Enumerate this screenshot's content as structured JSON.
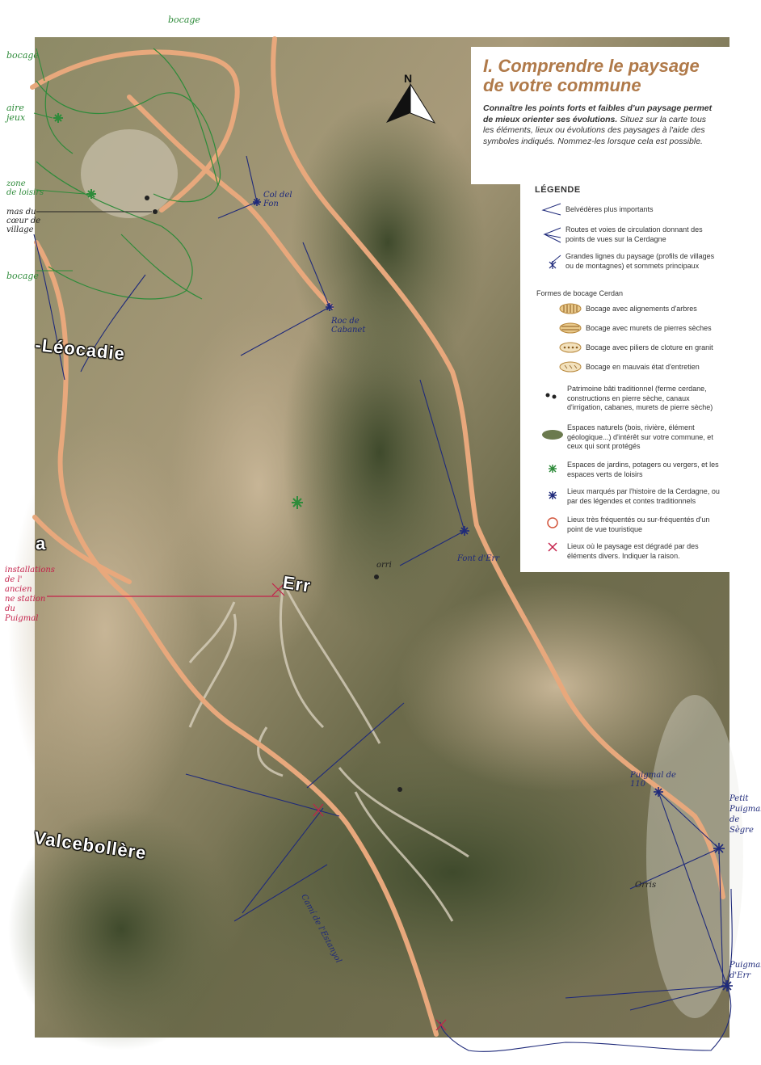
{
  "title_line1": "I. Comprendre le paysage",
  "title_line2": "de votre commune",
  "intro_bold": "Connaître les points forts et faibles d'un paysage permet de mieux orienter ses évolutions.",
  "intro_rest": "Situez sur la carte tous les éléments, lieux ou évolutions des paysages à l'aide des symboles indiqués. Nommez-les lorsque cela est possible.",
  "north_label": "N",
  "legend": {
    "title": "LÉGENDE",
    "items": [
      {
        "symbol": "belvedere-line",
        "text": "Belvédères plus importants"
      },
      {
        "symbol": "road-lines",
        "text": "Routes et voies de circulation donnant des points de vues sur la Cerdagne"
      },
      {
        "symbol": "landscape-line-star",
        "text": "Grandes lignes du paysage (profils de villages ou de montagnes) et sommets principaux"
      }
    ],
    "bocage_heading": "Formes de bocage Cerdan",
    "bocage_items": [
      {
        "symbol": "tree-alignment",
        "text": "Bocage avec alignements d'arbres"
      },
      {
        "symbol": "dry-stone-wall",
        "text": "Bocage avec murets de pierres sèches"
      },
      {
        "symbol": "granite-pillars",
        "text": "Bocage avec piliers de cloture en granit"
      },
      {
        "symbol": "poor-state",
        "text": "Bocage en mauvais état d'entretien"
      }
    ],
    "other_items": [
      {
        "symbol": "dots",
        "text": "Patrimoine bâti traditionnel (ferme cerdane, constructions en pierre sèche, canaux d'irrigation, cabanes, murets de pierre sèche)"
      },
      {
        "symbol": "green-ellipse",
        "text": "Espaces naturels (bois, rivière, élément géologique...) d'intérêt sur votre commune, et ceux qui sont protégés"
      },
      {
        "symbol": "green-star",
        "text": "Espaces de jardins, potagers ou vergers, et les espaces verts de loisirs"
      },
      {
        "symbol": "dark-star",
        "text": "Lieux marqués par l'histoire de la Cerdagne, ou par des légendes et contes traditionnels"
      },
      {
        "symbol": "red-circle",
        "text": "Lieux très fréquentés ou sur-fréquentés d'un point de vue touristique"
      },
      {
        "symbol": "red-cross",
        "text": "Lieux où le paysage est dégradé par des éléments divers. Indiquer la raison."
      }
    ]
  },
  "places": {
    "leocadie": "-Léocadie",
    "err": "Err",
    "valcebollere": "Valcebollère",
    "a": "a"
  },
  "annotations": {
    "bocage_top": "bocage",
    "bocage_left": "bocage",
    "aire_jeux": "aire\njeux",
    "zone_loisirs": "zone\nde loisirs",
    "mas": "mas du\ncœur de\nvillage",
    "bocage_mid": "bocage",
    "col_del_fon": "Col del\nFon",
    "roc_cabanet": "Roc de\nCabanet",
    "font_err": "Font d'Err",
    "orri": "orri",
    "installations": "installations\nde l'\nancien\nne station\ndu\nPuigmal",
    "puigmal_110": "Puigmal de\n110",
    "petit_puigmal": "Petit\nPuigmal\nde\nSègre",
    "orris": "Orris",
    "cami": "Camí de l'Estanyol",
    "puigmal_err": "Puigmal\nd'Err"
  },
  "colors": {
    "road": "#e8a87c",
    "hand_green": "#2e8b3a",
    "hand_blue": "#1f2a7a",
    "hand_red": "#c4214a",
    "title": "#b07a4a",
    "terrain_dark": "#5e5b40",
    "terrain_light": "#b9a888"
  }
}
